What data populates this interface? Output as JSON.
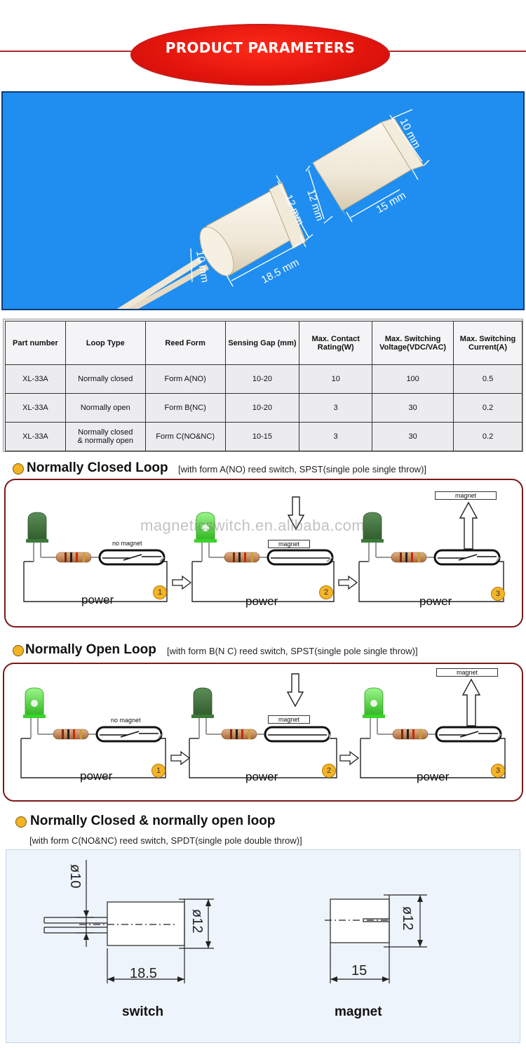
{
  "header": {
    "title": "PRODUCT PARAMETERS"
  },
  "photo": {
    "dims": {
      "magnet_height": "10 mm",
      "magnet_width": "12 mm",
      "magnet_length": "15 mm",
      "switch_height": "12 mm",
      "switch_wire": "10 mm",
      "switch_length": "18.5 mm"
    }
  },
  "table": {
    "headers": [
      "Part number",
      "Loop Type",
      "Reed Form",
      "Sensing Gap (mm)",
      "Max. Contact Rating(W)",
      "Max. Switching Voltage(VDC/VAC)",
      "Max. Switching Current(A)"
    ],
    "rows": [
      [
        "XL-33A",
        "Normally closed",
        "Form A(NO)",
        "10-20",
        "10",
        "100",
        "0.5"
      ],
      [
        "XL-33A",
        "Normally open",
        "Form B(NC)",
        "10-20",
        "3",
        "30",
        "0.2"
      ],
      [
        "XL-33A",
        "Normally closed & normally open",
        "Form C(NO&NC)",
        "10-15",
        "3",
        "30",
        "0.2"
      ]
    ]
  },
  "nc_loop": {
    "title": "Normally Closed Loop",
    "note": "[with form A(NO) reed switch, SPST(single pole single throw)]"
  },
  "no_loop": {
    "title": "Normally Open Loop",
    "note": "[with form B(N C) reed switch, SPST(single pole single throw)]"
  },
  "nc_no_loop": {
    "title": "Normally Closed &  normally open loop",
    "note": "[with form C(NO&NC) reed switch, SPDT(single pole double throw)]"
  },
  "loop_labels": {
    "power": "power",
    "no_magnet": "no magnet",
    "magnet": "magnet",
    "steps": [
      "1",
      "2",
      "3"
    ]
  },
  "watermark": "magneticswitch.en.alibaba.com",
  "drawing": {
    "switch_dia_top": "ø10",
    "switch_dia_side": "ø12",
    "switch_length": "18.5",
    "magnet_dia": "ø12",
    "magnet_length": "15",
    "switch_label": "switch",
    "magnet_label": "magnet"
  },
  "colors": {
    "header_red": "#e0140c",
    "photo_blue": "#1f8ef0",
    "loop_border": "#7a1a1a",
    "led_on": "#3ad32a",
    "led_off": "#3d7a3a",
    "bullet": "#f2b422"
  }
}
